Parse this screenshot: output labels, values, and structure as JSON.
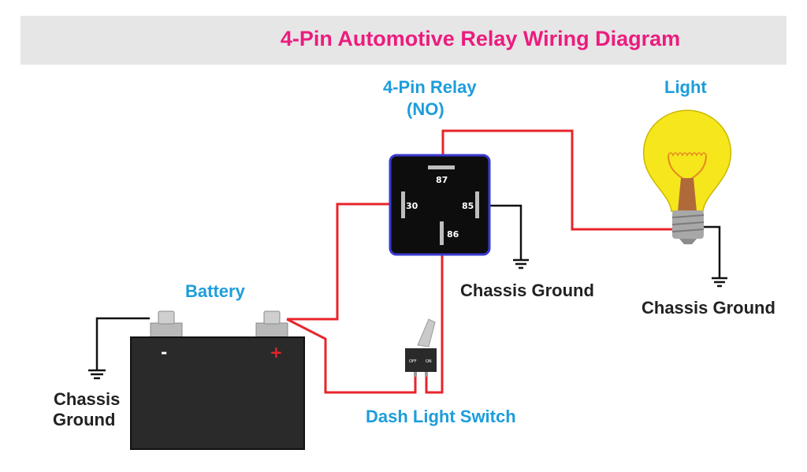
{
  "title": "4-Pin Automotive Relay Wiring Diagram",
  "relay": {
    "label_line1": "4-Pin Relay",
    "label_line2": "(NO)",
    "pins": {
      "p87": "87",
      "p30": "30",
      "p85": "85",
      "p86": "86"
    }
  },
  "light": {
    "label": "Light"
  },
  "battery": {
    "label": "Battery",
    "negative": "-",
    "positive": "+"
  },
  "switch": {
    "label": "Dash Light Switch",
    "off": "OFF",
    "on": "ON"
  },
  "grounds": {
    "relay_ground": "Chassis Ground",
    "light_ground": "Chassis Ground",
    "battery_ground_line1": "Chassis",
    "battery_ground_line2": "Ground"
  },
  "colors": {
    "title": "#ec1c7e",
    "labels": "#1d9ddb",
    "wire_positive": "#e8242b",
    "wire_ground": "#111111",
    "relay_border": "#3a3ad0",
    "bulb": "#f6e61c"
  }
}
